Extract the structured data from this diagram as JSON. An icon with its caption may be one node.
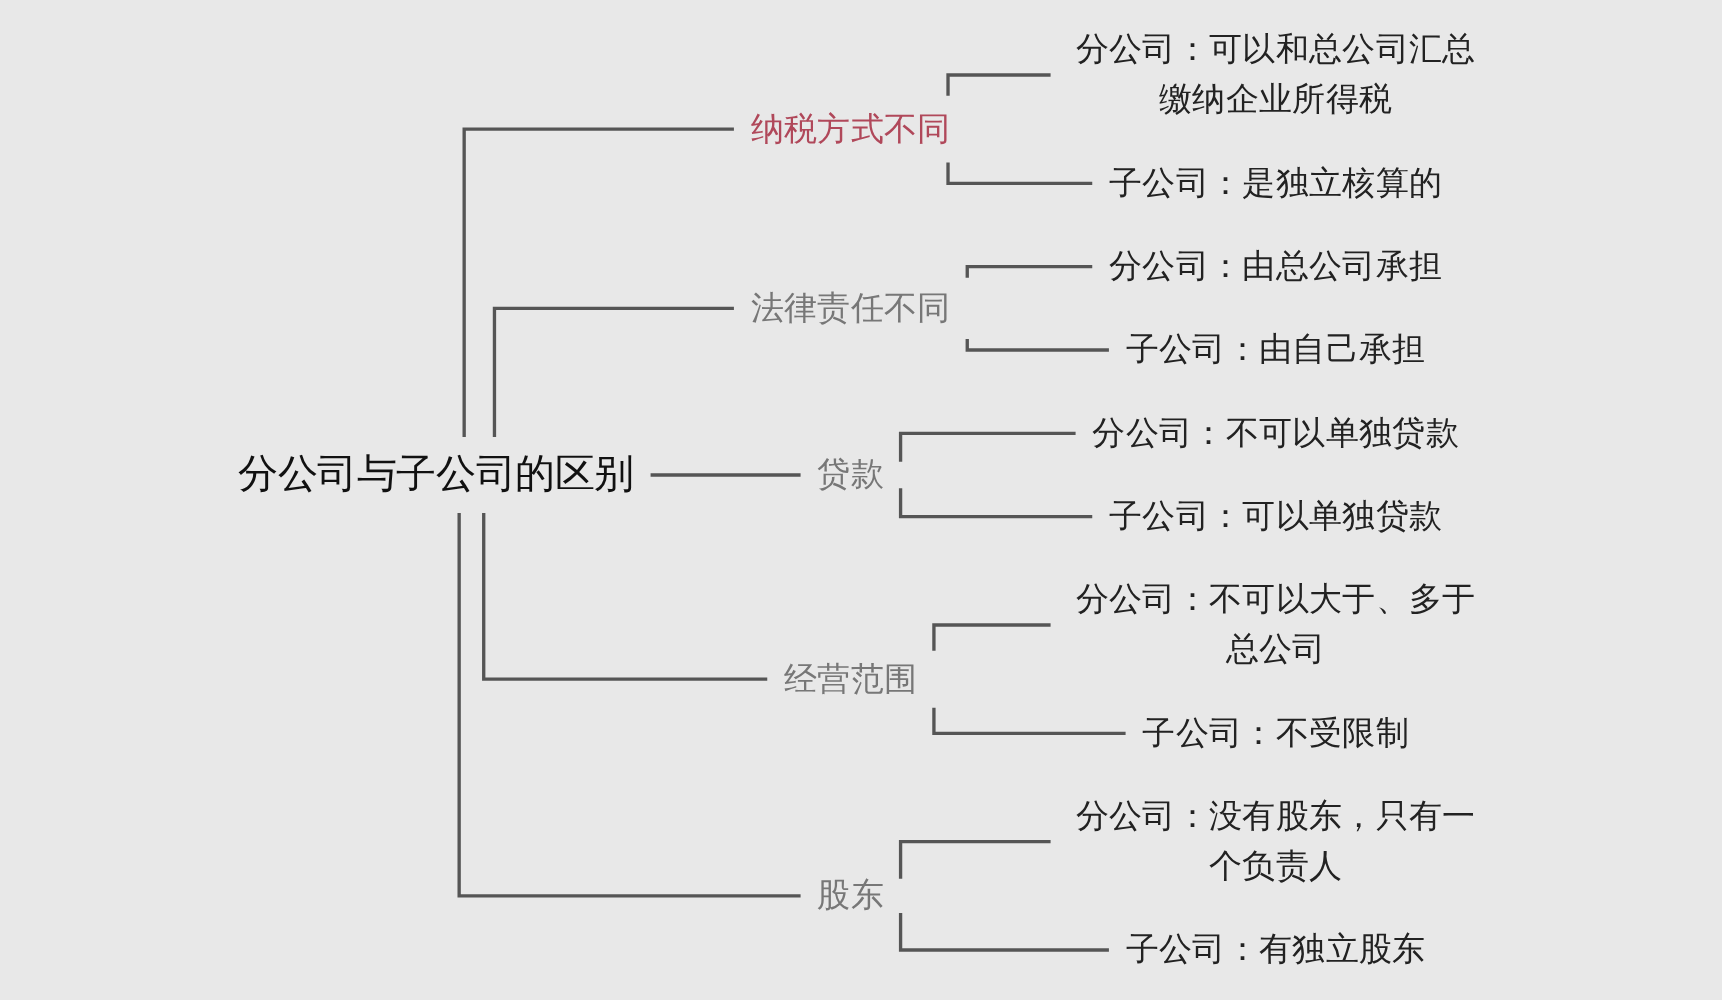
{
  "diagram": {
    "nodes": [
      {
        "text": [
          "分公司与子公司的区别"
        ]
      },
      {
        "text": [
          "纳税方式不同"
        ]
      },
      {
        "text": [
          "分公司：可以和总公司汇总缴纳企业所得税"
        ]
      },
      {
        "text": [
          "子公司：是独立核算的"
        ]
      },
      {
        "text": [
          "法律责任不同"
        ]
      },
      {
        "text": [
          "分公司：由总公司承担"
        ]
      },
      {
        "text": [
          "子公司：由自己承担"
        ]
      },
      {
        "text": [
          "贷款"
        ]
      },
      {
        "text": [
          "分公司：不可以单独贷款"
        ]
      },
      {
        "text": [
          "子公司：可以单独贷款"
        ]
      },
      {
        "text": [
          "经营范围"
        ]
      },
      {
        "text": [
          "分公司：不可以大于、多于总公司"
        ]
      },
      {
        "text": [
          "子公司：不受限制"
        ]
      },
      {
        "text": [
          "股东"
        ]
      },
      {
        "text": [
          "分公司：没有股东，只有一个负责人"
        ]
      },
      {
        "text": [
          "子公司：有独立股东"
        ]
      }
    ],
    "edges": [
      {
        "from": 0,
        "to": 1,
        "arrow": "none"
      },
      {
        "from": 1,
        "to": 2,
        "arrow": "none"
      },
      {
        "from": 1,
        "to": 3,
        "arrow": "none"
      },
      {
        "from": 0,
        "to": 4,
        "arrow": "none"
      },
      {
        "from": 4,
        "to": 5,
        "arrow": "none"
      },
      {
        "from": 4,
        "to": 6,
        "arrow": "none"
      },
      {
        "from": 0,
        "to": 7,
        "arrow": "none"
      },
      {
        "from": 7,
        "to": 8,
        "arrow": "none"
      },
      {
        "from": 7,
        "to": 9,
        "arrow": "none"
      },
      {
        "from": 0,
        "to": 10,
        "arrow": "none"
      },
      {
        "from": 10,
        "to": 11,
        "arrow": "none"
      },
      {
        "from": 10,
        "to": 12,
        "arrow": "none"
      },
      {
        "from": 0,
        "to": 13,
        "arrow": "none"
      },
      {
        "from": 13,
        "to": 14,
        "arrow": "none"
      },
      {
        "from": 13,
        "to": 15,
        "arrow": "none"
      }
    ]
  }
}
